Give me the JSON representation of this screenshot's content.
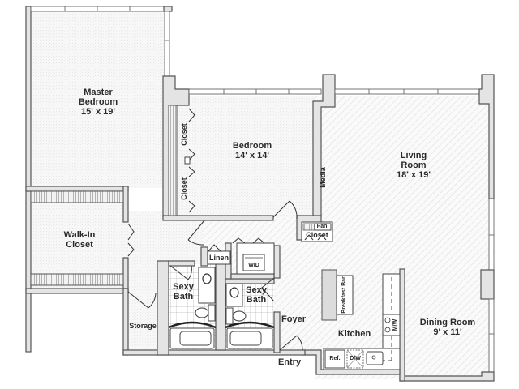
{
  "plan": {
    "title": "Apartment Floor Plan",
    "colors": {
      "wall_fill": "#e4e4e4",
      "wall_stroke": "#555555",
      "text": "#2a2a2a",
      "background": "#ffffff"
    }
  },
  "rooms": {
    "master_bedroom": {
      "name_line1": "Master",
      "name_line2": "Bedroom",
      "size": "15' x 19'"
    },
    "bedroom": {
      "name": "Bedroom",
      "size": "14' x 14'"
    },
    "living_room": {
      "name_line1": "Living",
      "name_line2": "Room",
      "size": "18' x 19'"
    },
    "walk_in_closet": {
      "name_line1": "Walk-In",
      "name_line2": "Closet"
    },
    "bath_1": {
      "name_line1": "Sexy",
      "name_line2": "Bath"
    },
    "bath_2": {
      "name_line1": "Sexy",
      "name_line2": "Bath"
    },
    "storage": {
      "name": "Storage"
    },
    "foyer": {
      "name": "Foyer"
    },
    "entry": {
      "name": "Entry"
    },
    "kitchen": {
      "name": "Kitchen"
    },
    "dining_room": {
      "name": "Dining Room",
      "size": "9' x 11'"
    }
  },
  "features": {
    "bedroom_closet_upper": "Closet",
    "bedroom_closet_lower": "Closet",
    "media": "Media",
    "hall_closet": "Closet",
    "pantry": "Pan.",
    "linen": "Linen",
    "washer_dryer": "W/D",
    "breakfast_bar": "Breakfast Bar",
    "refrigerator": "Ref.",
    "dishwasher": "D/W",
    "microwave": "M/W"
  }
}
